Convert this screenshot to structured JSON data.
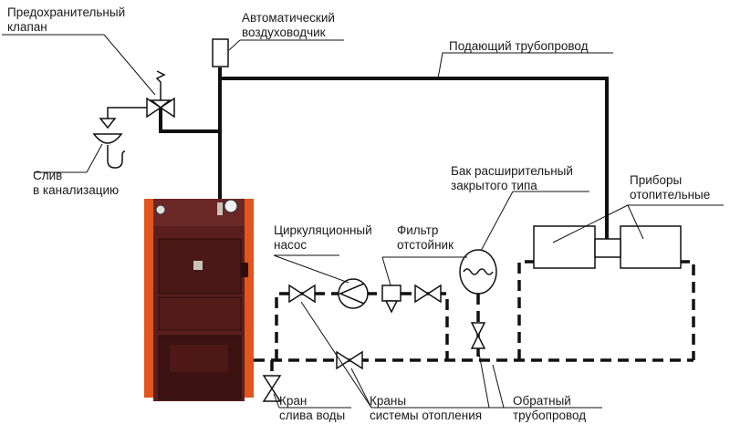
{
  "labels": {
    "safety_valve": [
      "Предохранительный",
      "клапан"
    ],
    "air_vent": [
      "Автоматический",
      "воздуховодчик"
    ],
    "supply_pipe": [
      "Подающий трубопровод"
    ],
    "drain": [
      "Слив",
      "в канализацию"
    ],
    "expansion_tank": [
      "Бак расширительный",
      "закрытого типа"
    ],
    "radiators": [
      "Приборы",
      "отопительные"
    ],
    "pump": [
      "Циркуляционный",
      "насос"
    ],
    "filter": [
      "Фильтр",
      "отстойник"
    ],
    "drain_tap": [
      "Кран",
      "слива воды"
    ],
    "heating_taps": [
      "Краны",
      "системы отопления"
    ],
    "return_pipe": [
      "Обратный",
      "трубопровод"
    ]
  },
  "colors": {
    "line": "#111111",
    "boiler_body": "#5a1f1d",
    "boiler_side": "#e2551c",
    "boiler_dark": "#3b1211"
  }
}
